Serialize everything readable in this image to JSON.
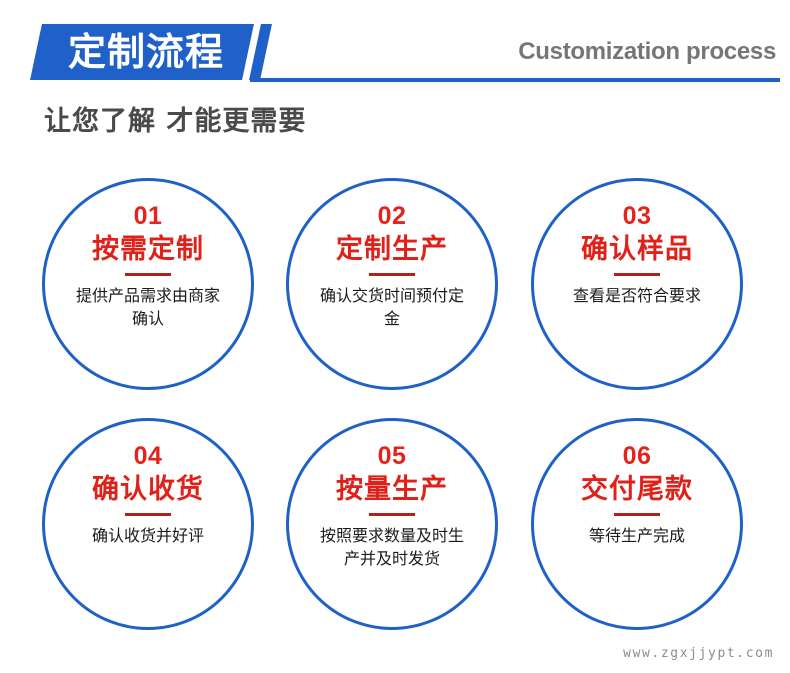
{
  "header": {
    "tag_label": "定制流程",
    "english_title": "Customization process",
    "subtitle": "让您了解  才能更需要",
    "accent_color": "#1f61c8",
    "english_color": "#767676"
  },
  "steps": [
    {
      "number": "01",
      "title": "按需定制",
      "description": "提供产品需求由商家确认"
    },
    {
      "number": "02",
      "title": "定制生产",
      "description": "确认交货时间预付定金"
    },
    {
      "number": "03",
      "title": "确认样品",
      "description": "查看是否符合要求"
    },
    {
      "number": "04",
      "title": "确认收货",
      "description": "确认收货并好评"
    },
    {
      "number": "05",
      "title": "按量生产",
      "description": "按照要求数量及时生产并及时发货"
    },
    {
      "number": "06",
      "title": "交付尾款",
      "description": "等待生产完成"
    }
  ],
  "theme": {
    "blue": "#1f61c8",
    "red_number": "#e5231c",
    "red_title": "#e0211a",
    "red_divider": "#b1211c",
    "body_text": "#1b1b1b",
    "background": "#ffffff"
  },
  "watermark": {
    "text": "www.zgxjjypt.com"
  }
}
